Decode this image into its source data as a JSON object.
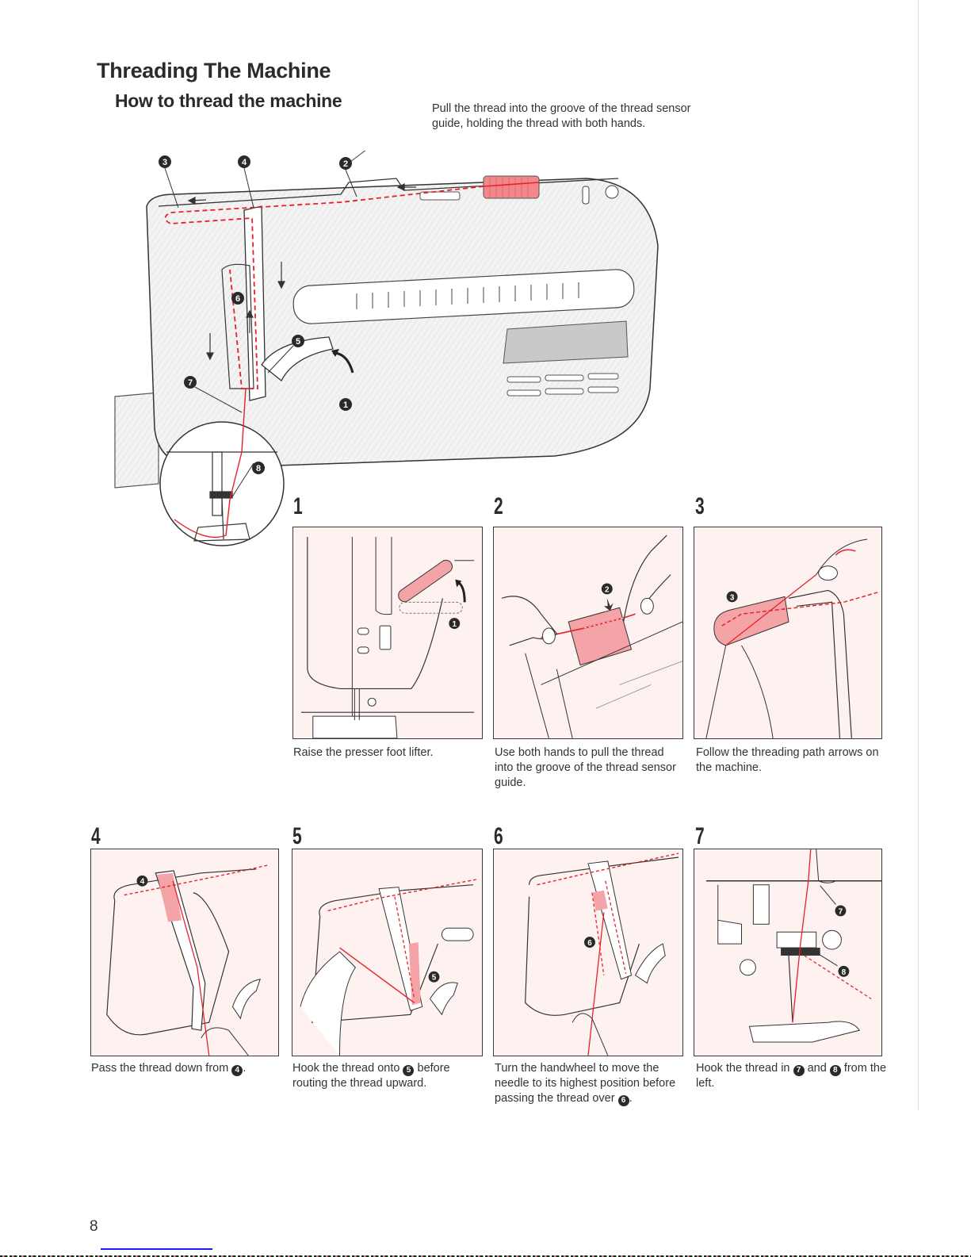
{
  "page": {
    "title": "Threading The Machine",
    "subtitle": "How to thread the machine",
    "page_number": "8"
  },
  "main_illustration": {
    "callout_text": "Pull the thread into the groove of the thread sensor guide, holding the thread with both hands.",
    "markers": [
      "1",
      "2",
      "3",
      "4",
      "5",
      "6",
      "7",
      "8"
    ],
    "thread_color": "#e8202a",
    "highlight_color": "#f4a3a6"
  },
  "steps": [
    {
      "number": "1",
      "caption": "Raise the presser foot lifter.",
      "markers": [
        "1"
      ]
    },
    {
      "number": "2",
      "caption": "Use both hands to pull the thread into the groove of the thread sensor guide.",
      "markers": [
        "2"
      ]
    },
    {
      "number": "3",
      "caption": "Follow the threading path arrows on the machine.",
      "markers": [
        "3"
      ]
    },
    {
      "number": "4",
      "caption_prefix": "Pass the thread down from",
      "caption_marker": "4",
      "caption_suffix": ".",
      "markers": [
        "4"
      ]
    },
    {
      "number": "5",
      "caption_prefix": "Hook the thread onto",
      "caption_marker": "5",
      "caption_suffix": "before routing the thread upward.",
      "markers": [
        "5"
      ]
    },
    {
      "number": "6",
      "caption_prefix": "Turn the handwheel to move the needle to its highest position before passing the thread over",
      "caption_marker": "6",
      "caption_suffix": ".",
      "markers": [
        "6"
      ]
    },
    {
      "number": "7",
      "caption_prefix": "Hook the thread in",
      "caption_marker": "7",
      "caption_mid": "and",
      "caption_marker2": "8",
      "caption_suffix": "from the left.",
      "markers": [
        "7",
        "8"
      ]
    }
  ]
}
